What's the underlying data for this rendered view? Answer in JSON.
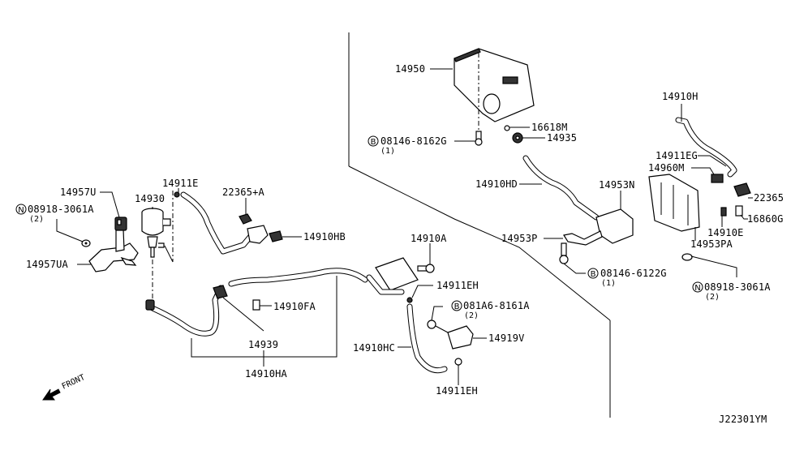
{
  "diagram_id": "J22301YM",
  "front_indicator": "FRONT",
  "labels": {
    "p14957U": "14957U",
    "p14930": "14930",
    "p14911E": "14911E",
    "p22365A": "22365+A",
    "p14910HB": "14910HB",
    "n08918_left": "08918-3061A",
    "n08918_left_qty": "(2)",
    "p14957UA": "14957UA",
    "p14910A": "14910A",
    "p14911EH_top": "14911EH",
    "p14910FA": "14910FA",
    "p14939": "14939",
    "p14910HA": "14910HA",
    "b081A6": "081A6-8161A",
    "b081A6_qty": "(2)",
    "p14919V": "14919V",
    "p14910HC": "14910HC",
    "p14911EH_bottom": "14911EH",
    "p14950": "14950",
    "p16618M": "16618M",
    "b08146_8162G": "08146-8162G",
    "b08146_8162G_qty": "(1)",
    "p14935": "14935",
    "p14910HD": "14910HD",
    "p14953N": "14953N",
    "p14953P": "14953P",
    "b08146_6122G": "08146-6122G",
    "b08146_6122G_qty": "(1)",
    "p14910H": "14910H",
    "p14911EG": "14911EG",
    "p14960M": "14960M",
    "p22365": "22365",
    "p16860G": "16860G",
    "p14910E": "14910E",
    "p14953PA": "14953PA",
    "n08918_right": "08918-3061A",
    "n08918_right_qty": "(2)"
  },
  "symbols": {
    "bolt": "B",
    "nut": "N"
  },
  "icons": {
    "front_arrow": "front-arrow-icon"
  }
}
